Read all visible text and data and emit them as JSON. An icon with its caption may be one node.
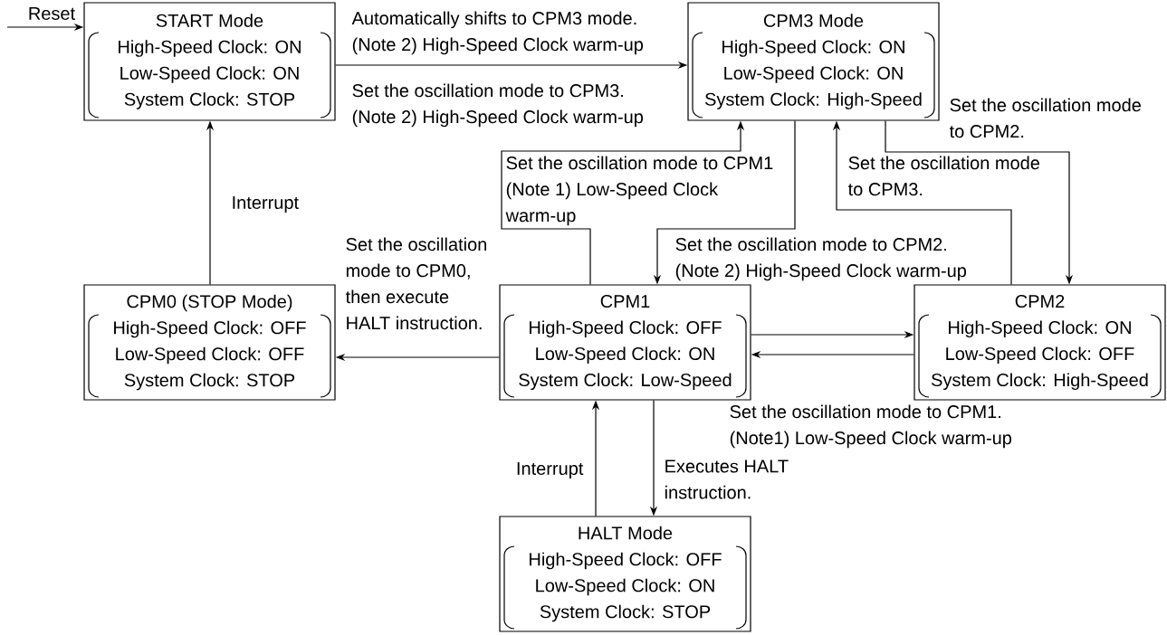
{
  "diagram": {
    "nodes": [
      {
        "text": [
          "START Mode",
          "High-Speed Clock: ON",
          "Low-Speed Clock: ON",
          "System Clock: STOP"
        ]
      },
      {
        "text": [
          "CPM3 Mode",
          "High-Speed Clock: ON",
          "Low-Speed Clock: ON",
          "System Clock: High-Speed"
        ]
      },
      {
        "text": [
          "CPM0 (STOP Mode)",
          "High-Speed Clock: OFF",
          "Low-Speed Clock: OFF",
          "System Clock: STOP"
        ]
      },
      {
        "text": [
          "CPM1",
          "High-Speed Clock: OFF",
          "Low-Speed Clock: ON",
          "System Clock: Low-Speed"
        ]
      },
      {
        "text": [
          "CPM2",
          "High-Speed Clock: ON",
          "Low-Speed Clock: OFF",
          "System Clock: High-Speed"
        ]
      },
      {
        "text": [
          "HALT Mode",
          "High-Speed Clock: OFF",
          "Low-Speed Clock: ON",
          "System Clock: STOP"
        ]
      }
    ],
    "edges": [
      {
        "from": null,
        "to": 0,
        "arrow": "to",
        "label": "Reset"
      },
      {
        "from": 0,
        "to": 1,
        "arrow": "to",
        "label": "Automatically shifts to CPM3 mode. (Note 2) High-Speed Clock warm-up"
      },
      {
        "from": 3,
        "to": 1,
        "arrow": "to",
        "label": "Set the oscillation mode to CPM3. (Note 2) High-Speed Clock warm-up"
      },
      {
        "from": 1,
        "to": 3,
        "arrow": "to",
        "label": "Set the oscillation mode to CPM1 (Note 1) Low-Speed Clock warm-up"
      },
      {
        "from": 1,
        "to": 4,
        "arrow": "to",
        "label": "Set the oscillation mode to CPM2."
      },
      {
        "from": 4,
        "to": 1,
        "arrow": "to",
        "label": "Set the oscillation mode to CPM3."
      },
      {
        "from": 3,
        "to": 4,
        "arrow": "to"
      },
      {
        "from": 4,
        "to": 3,
        "arrow": "to",
        "label": "Set the oscillation mode to CPM1. (Note1) Low-Speed Clock warm-up"
      },
      {
        "from": 3,
        "to": 2,
        "arrow": "to",
        "label": "Set the oscillation mode to CPM0, then execute HALT instruction."
      },
      {
        "from": 2,
        "to": 0,
        "arrow": "to",
        "label": "Interrupt"
      },
      {
        "from": 3,
        "to": 5,
        "arrow": "to",
        "label": "Executes HALT instruction."
      },
      {
        "from": 5,
        "to": 3,
        "arrow": "to",
        "label": "Interrupt"
      }
    ],
    "labels": [
      "Set the oscillation mode to CPM2. (Note 2) High-Speed Clock warm-up"
    ]
  }
}
